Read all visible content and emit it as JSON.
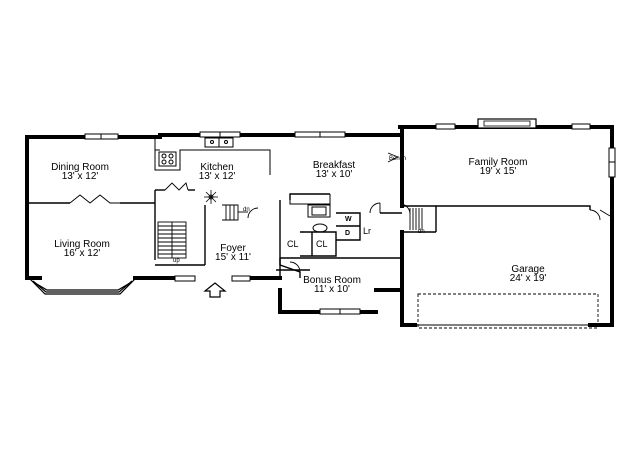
{
  "rooms": {
    "dining": {
      "name": "Dining Room",
      "dim": "13' x 12'"
    },
    "kitchen": {
      "name": "Kitchen",
      "dim": "13' x 12'"
    },
    "breakfast": {
      "name": "Breakfast",
      "dim": "13' x 10'"
    },
    "family": {
      "name": "Family Room",
      "dim": "19' x 15'"
    },
    "living": {
      "name": "Living Room",
      "dim": "16' x 12'"
    },
    "foyer": {
      "name": "Foyer",
      "dim": "15' x 11'"
    },
    "bonus": {
      "name": "Bonus Room",
      "dim": "11' x 10'"
    },
    "garage": {
      "name": "Garage",
      "dim": "24' x 19'"
    }
  },
  "labels": {
    "closet_1": "CL",
    "closet_2": "CL",
    "laundry": "Lr",
    "washer": "W",
    "dryer": "D",
    "stair_down_1": "dn",
    "stair_down_2": "dn",
    "stair_up": "up",
    "bench": "Bench"
  }
}
